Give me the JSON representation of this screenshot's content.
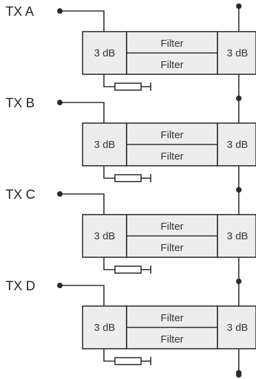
{
  "transmitters": [
    {
      "label": "TX A",
      "left_hybrid": "3 dB",
      "filter_upper": "Filter",
      "filter_lower": "Filter",
      "right_hybrid": "3 dB"
    },
    {
      "label": "TX B",
      "left_hybrid": "3 dB",
      "filter_upper": "Filter",
      "filter_lower": "Filter",
      "right_hybrid": "3 dB"
    },
    {
      "label": "TX C",
      "left_hybrid": "3 dB",
      "filter_upper": "Filter",
      "filter_lower": "Filter",
      "right_hybrid": "3 dB"
    },
    {
      "label": "TX D",
      "left_hybrid": "3 dB",
      "filter_upper": "Filter",
      "filter_lower": "Filter",
      "right_hybrid": "3 dB"
    }
  ],
  "colors": {
    "line": "#2a2a2a",
    "box_fill": "#ededed",
    "background": "#ffffff"
  }
}
